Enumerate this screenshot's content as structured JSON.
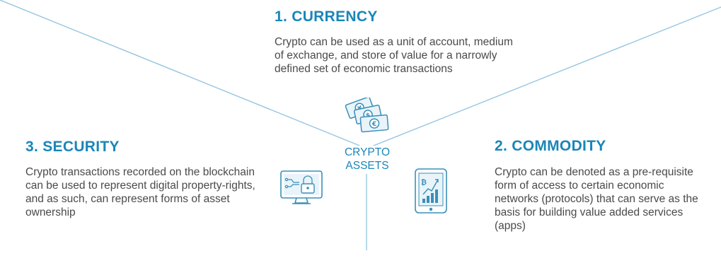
{
  "colors": {
    "accent": "#1a86b8",
    "line": "#8ec3de",
    "text": "#4a4a4a",
    "icon_stroke": "#3a8fb8",
    "icon_fill": "#e9f4fa"
  },
  "center": {
    "line1": "CRYPTO",
    "line2": "ASSETS"
  },
  "currency": {
    "title": "1. CURRENCY",
    "description": "Crypto can be used as a unit of account, medium of exchange, and store of value for a narrowly defined set of economic transactions",
    "icon": "banknotes-icon",
    "note_symbols": [
      "¥",
      "$",
      "€"
    ]
  },
  "commodity": {
    "title": "2. COMMODITY",
    "description": "Crypto can be denoted as a pre-requisite form of access to certain economic networks (protocols) that can serve as the basis for building value added services (apps)",
    "icon": "tablet-chart-icon",
    "tablet_symbol": "₿"
  },
  "security": {
    "title": "3. SECURITY",
    "description": "Crypto transactions recorded on the blockchain can be used to represent digital property-rights, and as such, can represent forms of asset ownership",
    "icon": "monitor-lock-icon"
  }
}
